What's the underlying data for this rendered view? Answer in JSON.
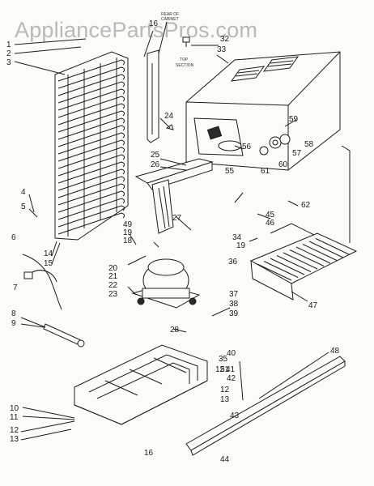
{
  "watermark": "AppliancePartsPros.com",
  "notes": {
    "rear_of": "REAR OF",
    "cabinet": "CABINET",
    "top": "TOP",
    "section": "SECTION"
  },
  "part_labels": [
    {
      "id": "1"
    },
    {
      "id": "2"
    },
    {
      "id": "3"
    },
    {
      "id": "4"
    },
    {
      "id": "5"
    },
    {
      "id": "6"
    },
    {
      "id": "7"
    },
    {
      "id": "8"
    },
    {
      "id": "9"
    },
    {
      "id": "10"
    },
    {
      "id": "11"
    },
    {
      "id": "12"
    },
    {
      "id": "13"
    },
    {
      "id": "14"
    },
    {
      "id": "15"
    },
    {
      "id": "16"
    },
    {
      "id": "18"
    },
    {
      "id": "19"
    },
    {
      "id": "20"
    },
    {
      "id": "21"
    },
    {
      "id": "22"
    },
    {
      "id": "23"
    },
    {
      "id": "24"
    },
    {
      "id": "25"
    },
    {
      "id": "26"
    },
    {
      "id": "27"
    },
    {
      "id": "28"
    },
    {
      "id": "32"
    },
    {
      "id": "33"
    },
    {
      "id": "34"
    },
    {
      "id": "35"
    },
    {
      "id": "36"
    },
    {
      "id": "37"
    },
    {
      "id": "38"
    },
    {
      "id": "39"
    },
    {
      "id": "40"
    },
    {
      "id": "41"
    },
    {
      "id": "42"
    },
    {
      "id": "43"
    },
    {
      "id": "44"
    },
    {
      "id": "45"
    },
    {
      "id": "46"
    },
    {
      "id": "47"
    },
    {
      "id": "48"
    },
    {
      "id": "49"
    },
    {
      "id": "51"
    },
    {
      "id": "55"
    },
    {
      "id": "56"
    },
    {
      "id": "57"
    },
    {
      "id": "58"
    },
    {
      "id": "59"
    },
    {
      "id": "60"
    },
    {
      "id": "61"
    },
    {
      "id": "62"
    }
  ]
}
